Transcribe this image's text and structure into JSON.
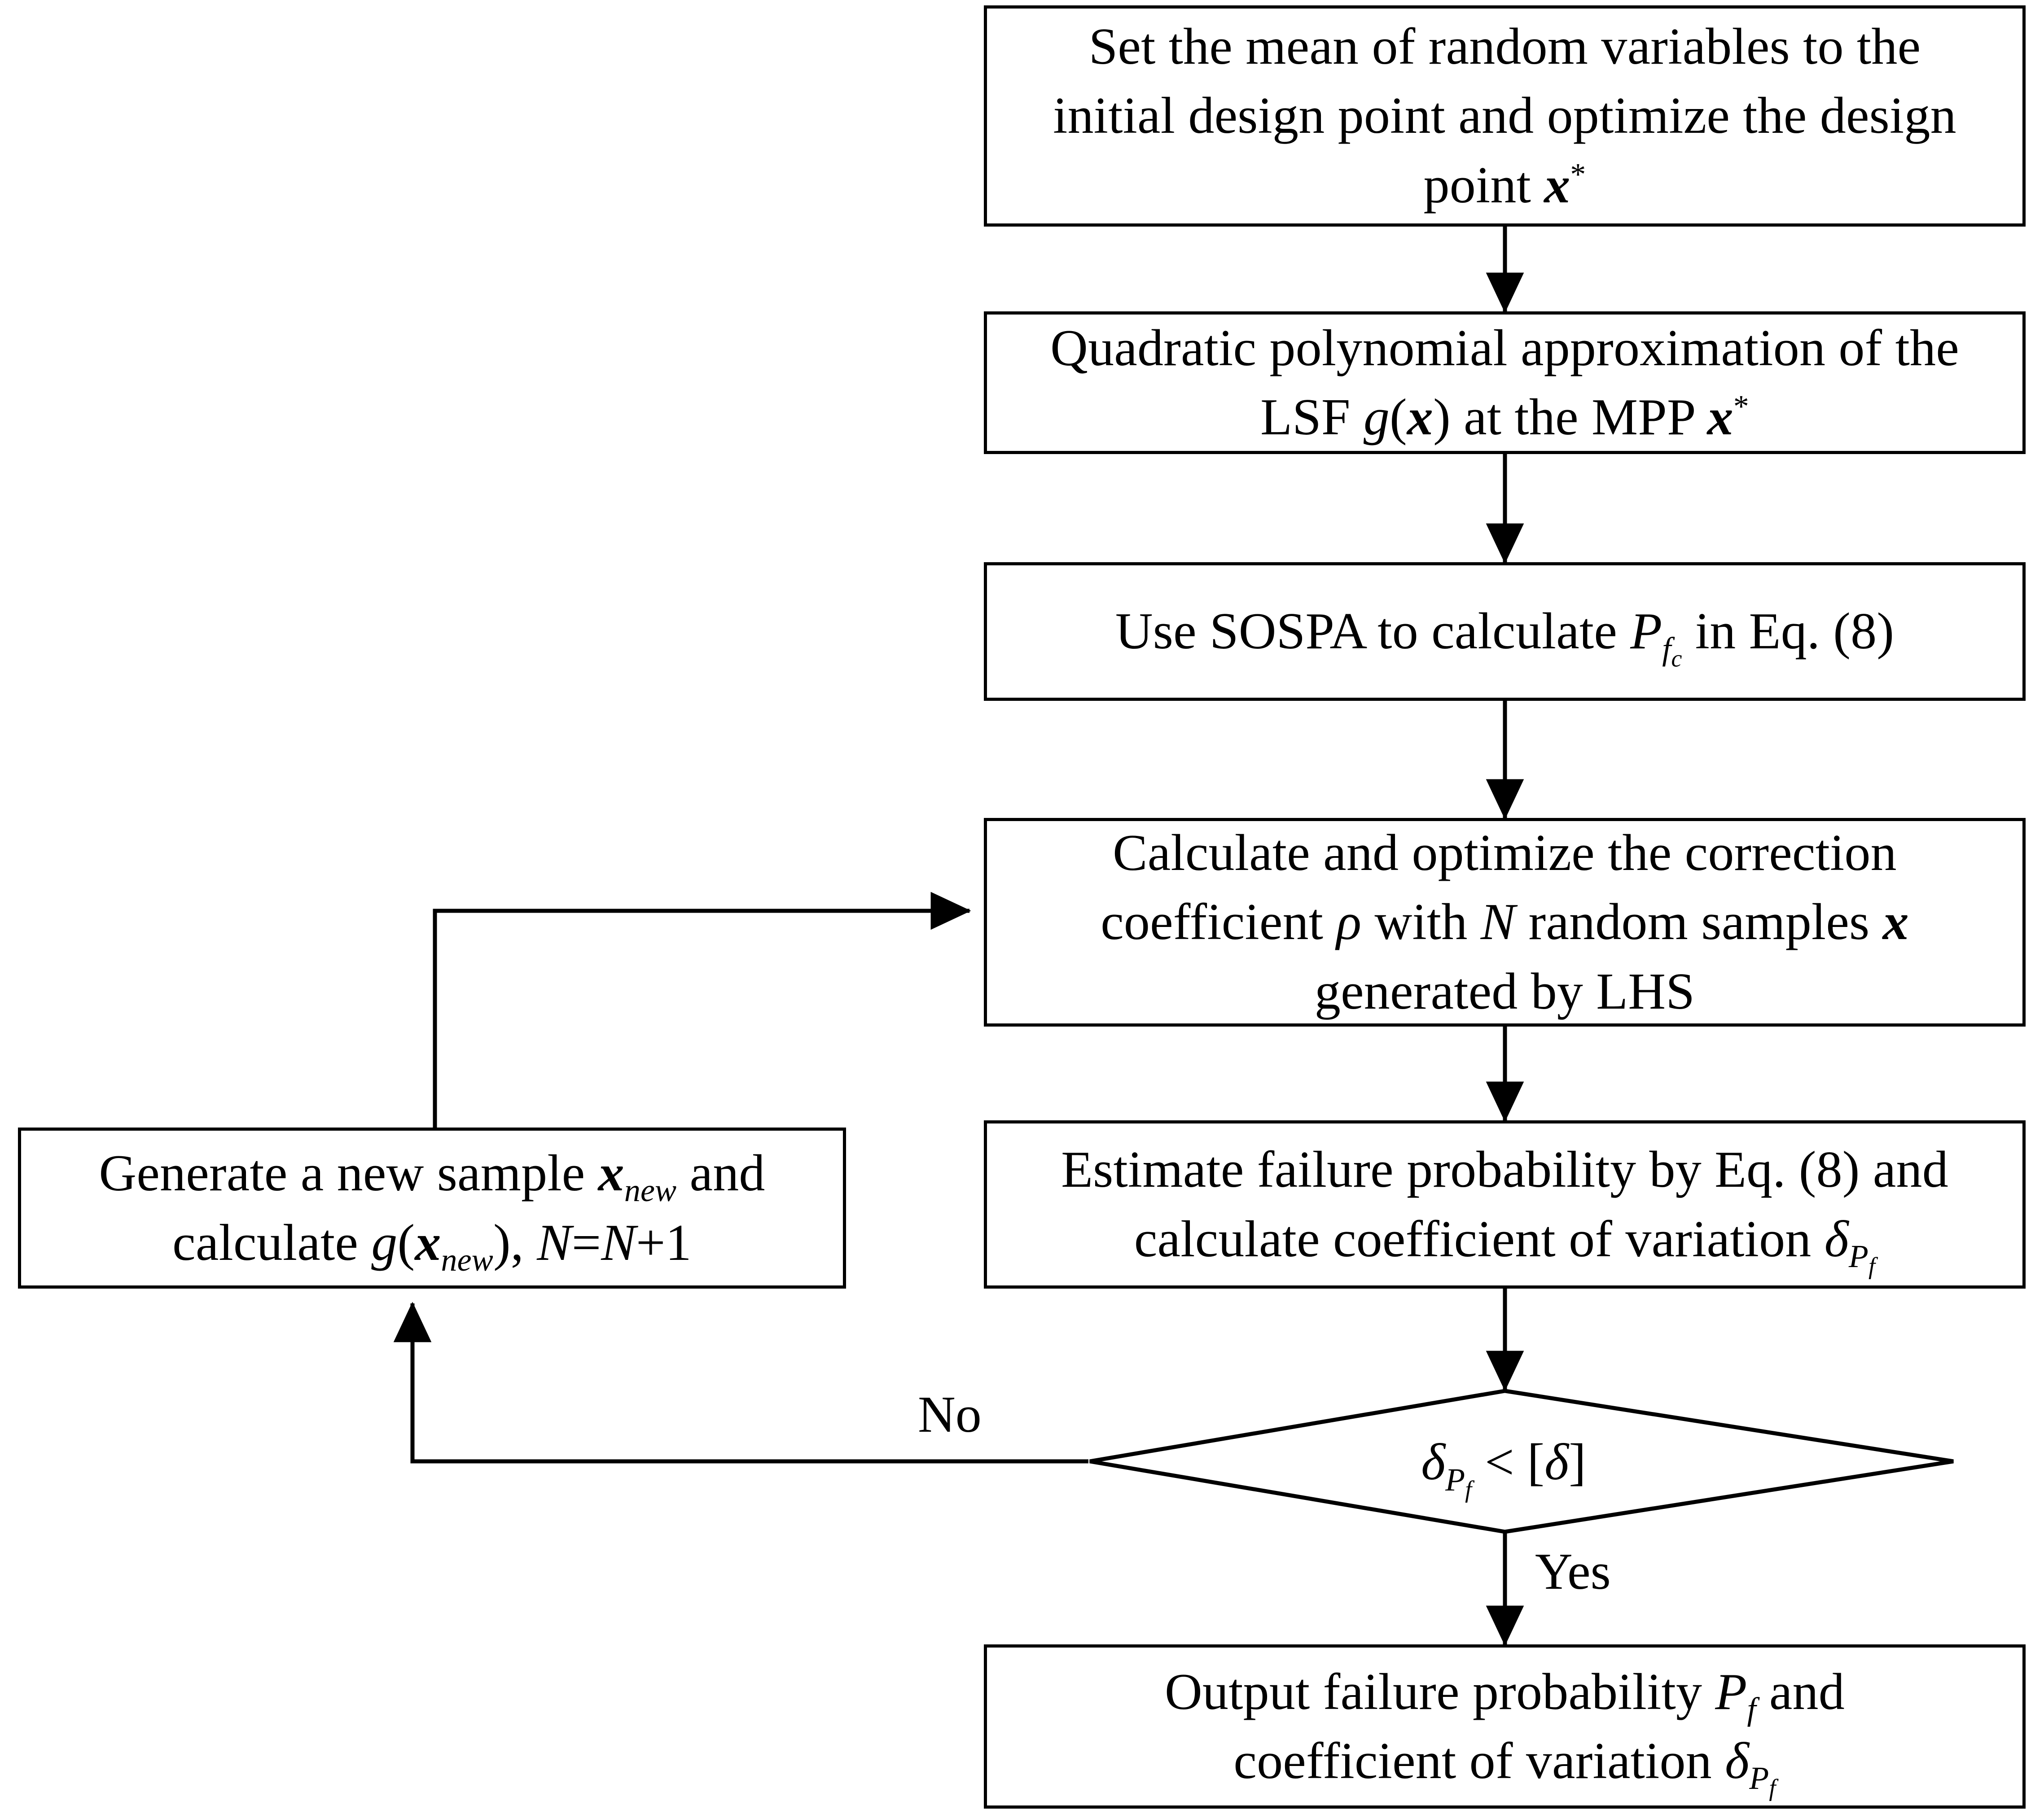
{
  "diagram": {
    "type": "flowchart",
    "title": "SOSPA-based failure probability estimation flowchart",
    "stroke_color": "#000000",
    "fill_color": "#ffffff",
    "nodes": [
      {
        "id": "set-mean",
        "shape": "process",
        "text": "Set the mean of random variables to the initial design point and optimize the design point x*",
        "line1": "Set the mean of random variables to the",
        "line2": "initial design point and optimize the design",
        "line3_prefix": "point ",
        "line3_var": "x",
        "line3_sup": "*"
      },
      {
        "id": "quadratic-approx",
        "shape": "process",
        "text": "Quadratic polynomial approximation of the LSF g(x) at the MPP x*",
        "line1": "Quadratic polynomial approximation of the",
        "line2_a": "LSF ",
        "line2_g": "g",
        "line2_b": "(",
        "line2_x1": "x",
        "line2_c": ") at the MPP ",
        "line2_x2": "x",
        "line2_sup": "*"
      },
      {
        "id": "use-sospa",
        "shape": "process",
        "text": "Use SOSPA to calculate Pfc in Eq. (8)",
        "pre": "Use SOSPA to calculate ",
        "sym": "P",
        "sub": "f",
        "sub2": "c",
        "post": " in Eq. (8)"
      },
      {
        "id": "correction-coefficient",
        "shape": "process",
        "text": "Calculate and optimize the correction coefficient ρ with N random samples x generated by LHS",
        "line1": "Calculate and optimize the correction",
        "line2_a": "coefficient ",
        "line2_rho": "ρ",
        "line2_b": " with ",
        "line2_N": "N",
        "line2_c": " random samples ",
        "line2_x": "x",
        "line3": "generated by LHS"
      },
      {
        "id": "generate-new-sample",
        "shape": "process",
        "text": "Generate a new sample xnew and calculate g(xnew), N=N+1",
        "line1_a": "Generate a new sample ",
        "line1_x": "x",
        "line1_sub": "new",
        "line1_b": " and",
        "line2_a": "calculate ",
        "line2_g": "g",
        "line2_b": "(",
        "line2_x": "x",
        "line2_sub": "new",
        "line2_c": "), ",
        "line2_N1": "N",
        "line2_eq": "=",
        "line2_N2": "N",
        "line2_plus": "+1"
      },
      {
        "id": "estimate-failure-probability",
        "shape": "process",
        "text": "Estimate failure probability by Eq. (8) and calculate coefficient of variation δPf",
        "line1": "Estimate failure probability by Eq. (8) and",
        "line2_a": "calculate coefficient of variation ",
        "line2_delta": "δ",
        "line2_sub": "P",
        "line2_sub2": "f"
      },
      {
        "id": "decision-cov",
        "shape": "decision",
        "text": "δPf < [δ]",
        "delta": "δ",
        "sub": "P",
        "sub2": "f",
        "op": " < [",
        "delta2": "δ",
        "close": "]"
      },
      {
        "id": "output-results",
        "shape": "process",
        "text": "Output failure probability Pf and coefficient of variation δPf",
        "line1_a": "Output failure probability ",
        "line1_P": "P",
        "line1_sub": "f",
        "line1_b": " and",
        "line2_a": "coefficient of variation ",
        "line2_delta": "δ",
        "line2_sub": "P",
        "line2_sub2": "f"
      }
    ],
    "edge_labels": {
      "no": "No",
      "yes": "Yes"
    }
  }
}
